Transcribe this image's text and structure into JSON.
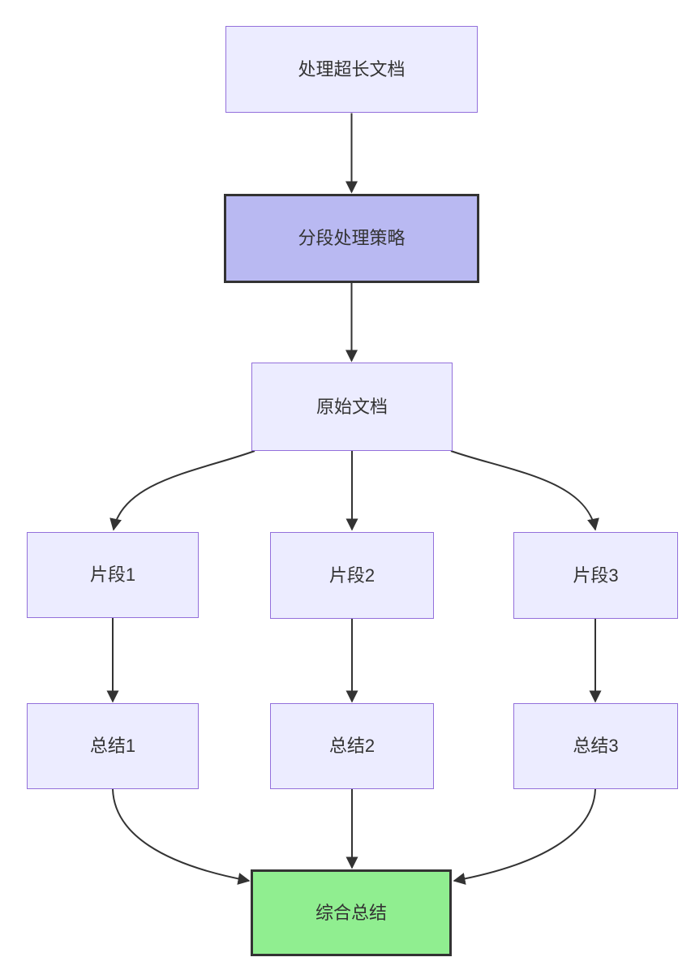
{
  "diagram": {
    "type": "flowchart",
    "direction": "top-down",
    "nodes": [
      {
        "id": "A",
        "label": "处理超长文档",
        "style": "default"
      },
      {
        "id": "B",
        "label": "分段处理策略",
        "style": "emphasis"
      },
      {
        "id": "C",
        "label": "原始文档",
        "style": "default"
      },
      {
        "id": "D",
        "label": "片段1",
        "style": "default"
      },
      {
        "id": "E",
        "label": "片段2",
        "style": "default"
      },
      {
        "id": "F",
        "label": "片段3",
        "style": "default"
      },
      {
        "id": "G",
        "label": "总结1",
        "style": "default"
      },
      {
        "id": "H",
        "label": "总结2",
        "style": "default"
      },
      {
        "id": "I",
        "label": "总结3",
        "style": "default"
      },
      {
        "id": "J",
        "label": "综合总结",
        "style": "result"
      }
    ],
    "edges": [
      {
        "from": "A",
        "to": "B"
      },
      {
        "from": "B",
        "to": "C"
      },
      {
        "from": "C",
        "to": "D"
      },
      {
        "from": "C",
        "to": "E"
      },
      {
        "from": "C",
        "to": "F"
      },
      {
        "from": "D",
        "to": "G"
      },
      {
        "from": "E",
        "to": "H"
      },
      {
        "from": "F",
        "to": "I"
      },
      {
        "from": "G",
        "to": "J"
      },
      {
        "from": "H",
        "to": "J"
      },
      {
        "from": "I",
        "to": "J"
      }
    ],
    "colors": {
      "background": "#ffffff",
      "node_fill": "#ececff",
      "node_border": "#9370db",
      "emphasis_fill": "#b9b9f2",
      "emphasis_border": "#333333",
      "result_fill": "#90ee90",
      "result_border": "#333333",
      "edge": "#333333",
      "text": "#333333"
    }
  }
}
